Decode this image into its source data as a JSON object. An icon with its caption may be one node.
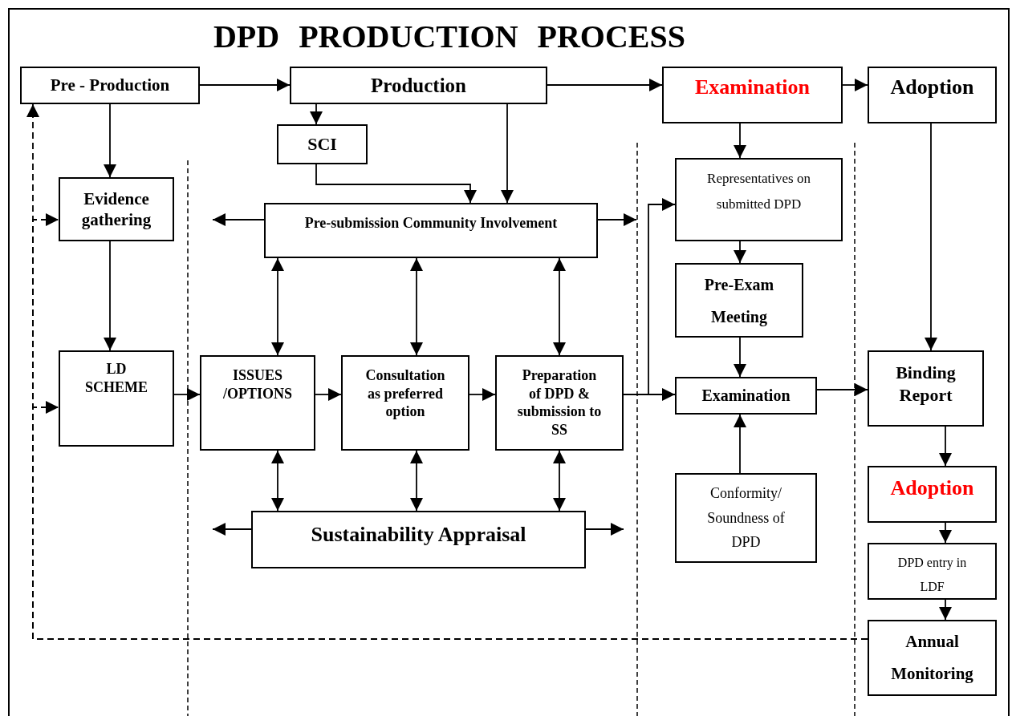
{
  "diagram": {
    "title": "DPD PRODUCTION PROCESS",
    "nodes": [
      {
        "text": [
          "Pre - Production"
        ]
      },
      {
        "text": [
          "Production"
        ]
      },
      {
        "text": [
          "Examination"
        ]
      },
      {
        "text": [
          "Adoption"
        ]
      },
      {
        "text": [
          "SCI"
        ]
      },
      {
        "text": [
          "Evidence gathering"
        ]
      },
      {
        "text": [
          "Pre-submission Community Involvement"
        ]
      },
      {
        "text": [
          "Representatives on submitted DPD"
        ]
      },
      {
        "text": [
          "Pre-Exam Meeting"
        ]
      },
      {
        "text": [
          "LD SCHEME"
        ]
      },
      {
        "text": [
          "ISSUES /OPTIONS"
        ]
      },
      {
        "text": [
          "Consultation as preferred option"
        ]
      },
      {
        "text": [
          "Preparation of DPD & submission to SS"
        ]
      },
      {
        "text": [
          "Examination"
        ]
      },
      {
        "text": [
          "Binding Report"
        ]
      },
      {
        "text": [
          "Conformity/ Soundness of DPD"
        ]
      },
      {
        "text": [
          "Sustainability Appraisal"
        ]
      },
      {
        "text": [
          "Adoption"
        ]
      },
      {
        "text": [
          "DPD entry in LDF"
        ]
      },
      {
        "text": [
          "Annual Monitoring"
        ]
      }
    ],
    "edges": [
      {
        "from": 0,
        "to": 1,
        "arrow": "to"
      },
      {
        "from": 1,
        "to": 2,
        "arrow": "to"
      },
      {
        "from": 2,
        "to": 3,
        "arrow": "to"
      },
      {
        "from": 0,
        "to": 5,
        "arrow": "to"
      },
      {
        "from": 1,
        "to": 4,
        "arrow": "to"
      },
      {
        "from": 1,
        "to": 6,
        "arrow": "to"
      },
      {
        "from": 4,
        "to": 6,
        "arrow": "to"
      },
      {
        "from": 6,
        "to": null,
        "arrow": "to"
      },
      {
        "from": 6,
        "to": null,
        "arrow": "to"
      },
      {
        "from": 2,
        "to": 7,
        "arrow": "to"
      },
      {
        "from": 5,
        "to": 9,
        "arrow": "to"
      },
      {
        "from": 6,
        "to": 10,
        "arrow": "both"
      },
      {
        "from": 6,
        "to": 11,
        "arrow": "both"
      },
      {
        "from": 6,
        "to": 12,
        "arrow": "both"
      },
      {
        "from": 7,
        "to": 8,
        "arrow": "to"
      },
      {
        "from": 3,
        "to": 14,
        "arrow": "to"
      },
      {
        "from": 9,
        "to": 10,
        "arrow": "to"
      },
      {
        "from": 10,
        "to": 11,
        "arrow": "to"
      },
      {
        "from": 11,
        "to": 12,
        "arrow": "to"
      },
      {
        "from": 12,
        "to": 7,
        "arrow": "to"
      },
      {
        "from": 12,
        "to": 13,
        "arrow": "to"
      },
      {
        "from": 8,
        "to": 13,
        "arrow": "to"
      },
      {
        "from": 13,
        "to": 14,
        "arrow": "to"
      },
      {
        "from": 10,
        "to": 16,
        "arrow": "both"
      },
      {
        "from": 11,
        "to": 16,
        "arrow": "both"
      },
      {
        "from": 12,
        "to": 16,
        "arrow": "both"
      },
      {
        "from": 15,
        "to": 13,
        "arrow": "to"
      },
      {
        "from": 16,
        "to": null,
        "arrow": "to"
      },
      {
        "from": 16,
        "to": null,
        "arrow": "to"
      },
      {
        "from": 14,
        "to": 17,
        "arrow": "to"
      },
      {
        "from": 17,
        "to": 18,
        "arrow": "to"
      },
      {
        "from": 18,
        "to": 19,
        "arrow": "to"
      },
      {
        "from": 19,
        "to": 0,
        "arrow": "to",
        "style": "dashed"
      },
      {
        "from": 19,
        "to": 5,
        "arrow": "to",
        "style": "dashed"
      },
      {
        "from": 19,
        "to": 9,
        "arrow": "to",
        "style": "dashed"
      }
    ]
  }
}
